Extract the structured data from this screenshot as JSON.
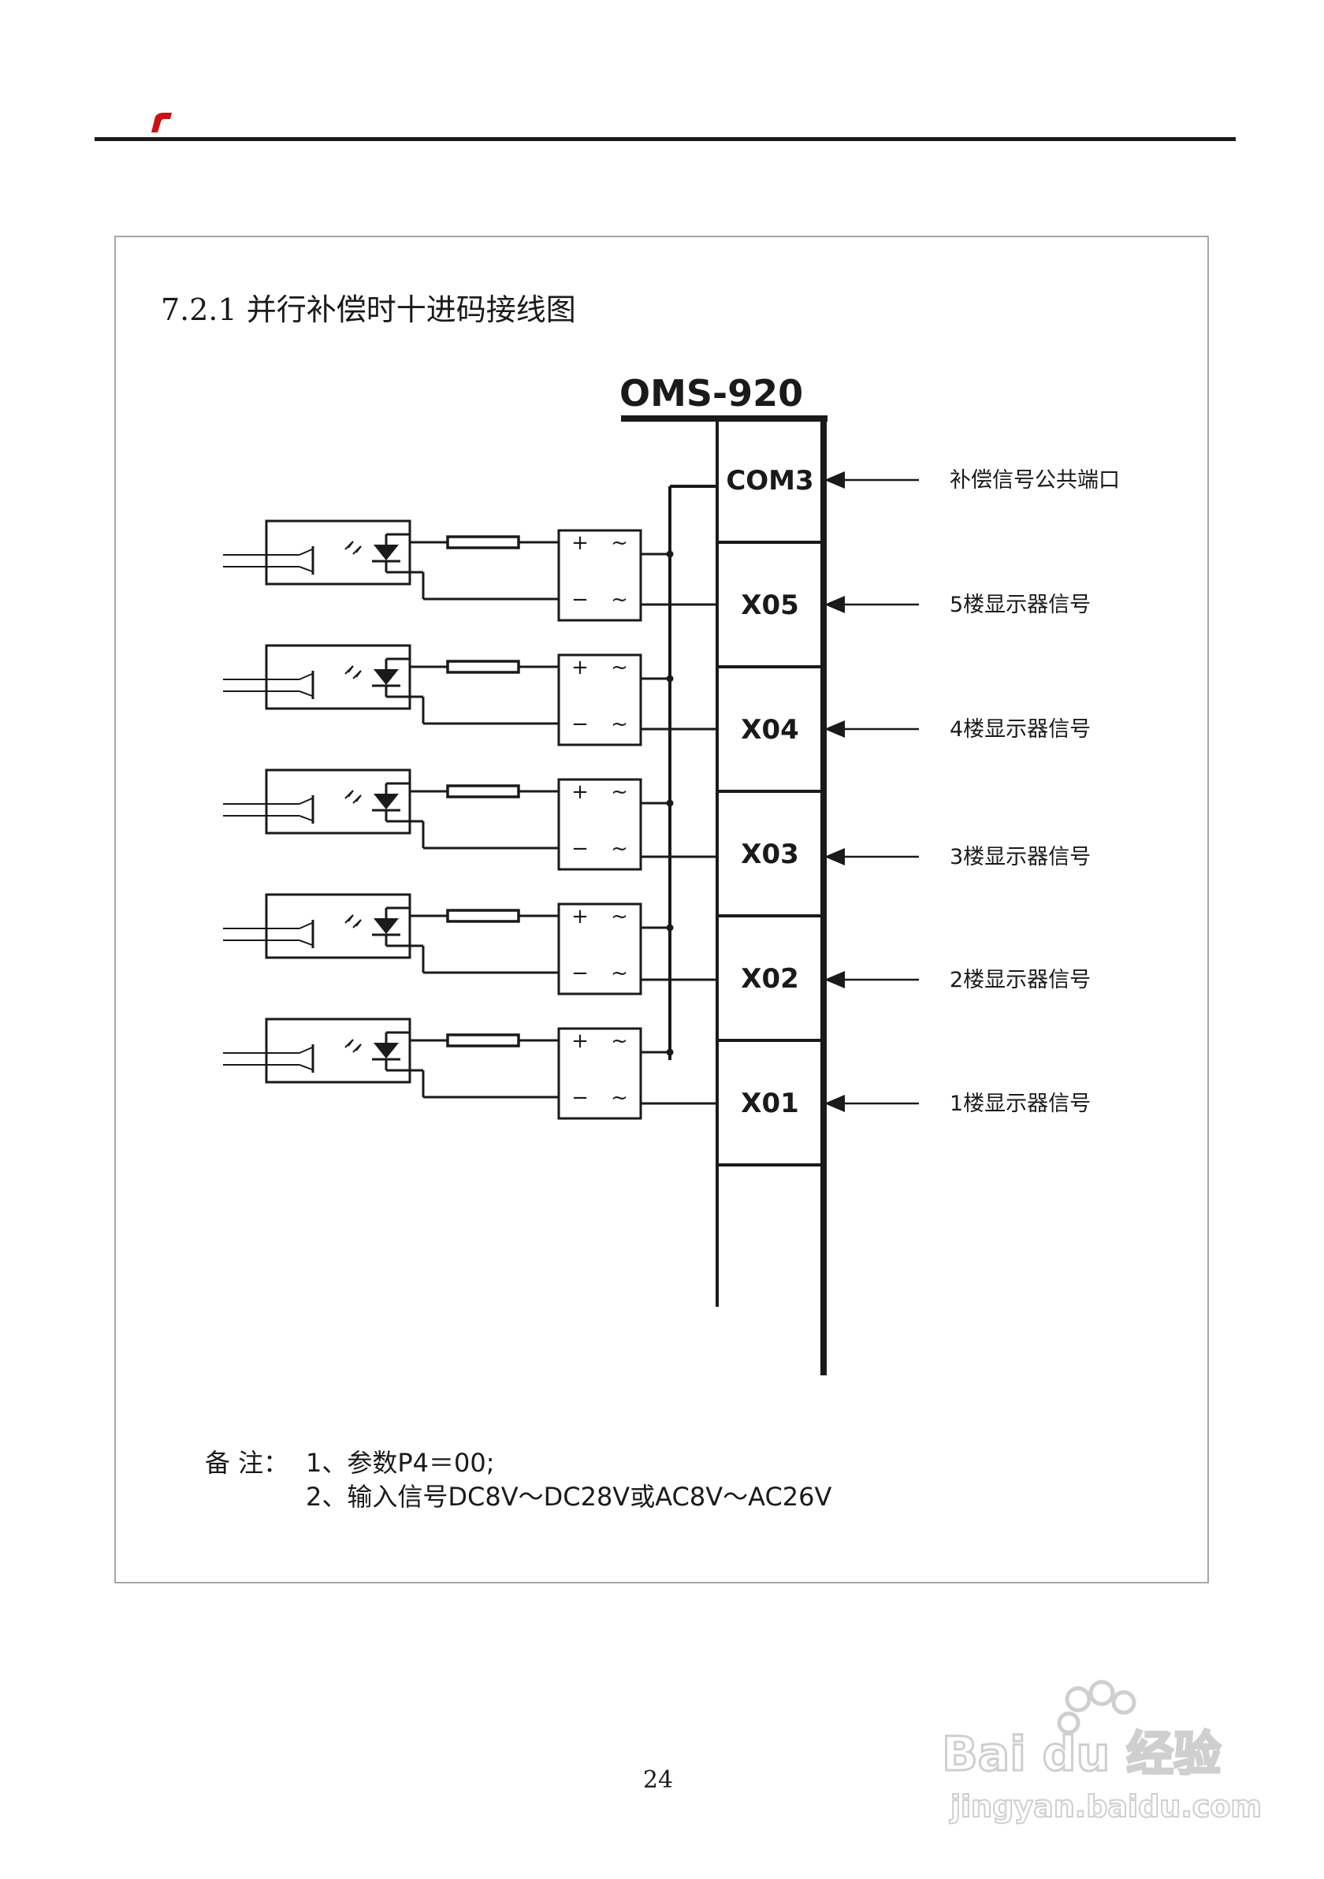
{
  "section_title": "7.2.1 并行补偿时十进码接线图",
  "device_name": "OMS-920",
  "terminals": [
    {
      "label": "COM3",
      "signal": "补偿信号公共端口"
    },
    {
      "label": "X05",
      "signal": "5楼显示器信号"
    },
    {
      "label": "X04",
      "signal": "4楼显示器信号"
    },
    {
      "label": "X03",
      "signal": "3楼显示器信号"
    },
    {
      "label": "X02",
      "signal": "2楼显示器信号"
    },
    {
      "label": "X01",
      "signal": "1楼显示器信号"
    }
  ],
  "rectifier_symbols": {
    "plus": "+",
    "minus": "−",
    "ac": "~"
  },
  "notes": {
    "label": "备 注：",
    "line1": "1、参数P4＝00;",
    "line2": "2、输入信号DC8V～DC28V或AC8V～AC26V"
  },
  "page_number": "24",
  "watermark": {
    "brand": "Bai du 经验",
    "url": "jingyan.baidu.com"
  },
  "colors": {
    "line": "#1a1a1a",
    "logo": "#cc1111",
    "frame": "#888888",
    "watermark": "#cfcfcf"
  }
}
